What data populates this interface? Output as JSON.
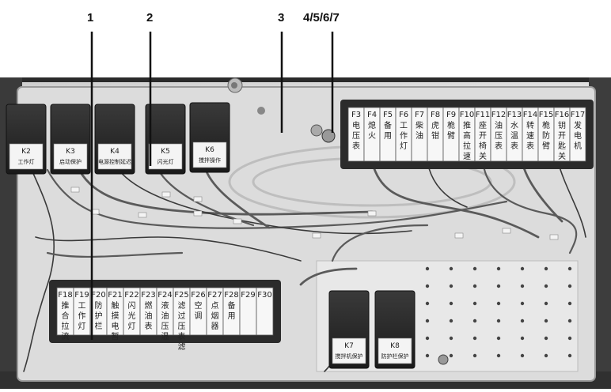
{
  "callouts": [
    "1",
    "2",
    "3",
    "4/5/6/7"
  ],
  "relays_top": [
    {
      "code": "K2",
      "label": "工作灯"
    },
    {
      "code": "K3",
      "label": "启动保护"
    },
    {
      "code": "K4",
      "label": "电源控制延迟"
    },
    {
      "code": "K5",
      "label": "闪光灯"
    },
    {
      "code": "K6",
      "label": "搅拌操作"
    }
  ],
  "relays_bottom": [
    {
      "code": "K7",
      "label": "搅拌机保护"
    },
    {
      "code": "K8",
      "label": "防护栏保护"
    }
  ],
  "fuses_top": [
    {
      "code": "F3",
      "label": "电压表"
    },
    {
      "code": "F4",
      "label": "熄火"
    },
    {
      "code": "F5",
      "label": "备用"
    },
    {
      "code": "F6",
      "label": "工作灯"
    },
    {
      "code": "F7",
      "label": "柴油"
    },
    {
      "code": "F8",
      "label": "虎钳"
    },
    {
      "code": "F9",
      "label": "桅臂"
    },
    {
      "code": "F10",
      "label": "推高拉速"
    },
    {
      "code": "F11",
      "label": "座开椅关"
    },
    {
      "code": "F12",
      "label": "油压表"
    },
    {
      "code": "F13",
      "label": "水温表"
    },
    {
      "code": "F14",
      "label": "转速表"
    },
    {
      "code": "F15",
      "label": "桅防臂"
    },
    {
      "code": "F16",
      "label": "钥开匙关"
    },
    {
      "code": "F17",
      "label": "发电机"
    }
  ],
  "fuses_bottom": [
    {
      "code": "F18",
      "label": "推合拉流"
    },
    {
      "code": "F19",
      "label": "工作灯"
    },
    {
      "code": "F20",
      "label": "防护栏"
    },
    {
      "code": "F21",
      "label": "触摸电暂"
    },
    {
      "code": "F22",
      "label": "闪光灯"
    },
    {
      "code": "F23",
      "label": "燃油表"
    },
    {
      "code": "F24",
      "label": "液油压温"
    },
    {
      "code": "F25",
      "label": "滤过压表滤"
    },
    {
      "code": "F26",
      "label": "空调"
    },
    {
      "code": "F27",
      "label": "点烟器"
    },
    {
      "code": "F28",
      "label": "备用"
    },
    {
      "code": "F29",
      "label": ""
    },
    {
      "code": "F30",
      "label": ""
    }
  ]
}
